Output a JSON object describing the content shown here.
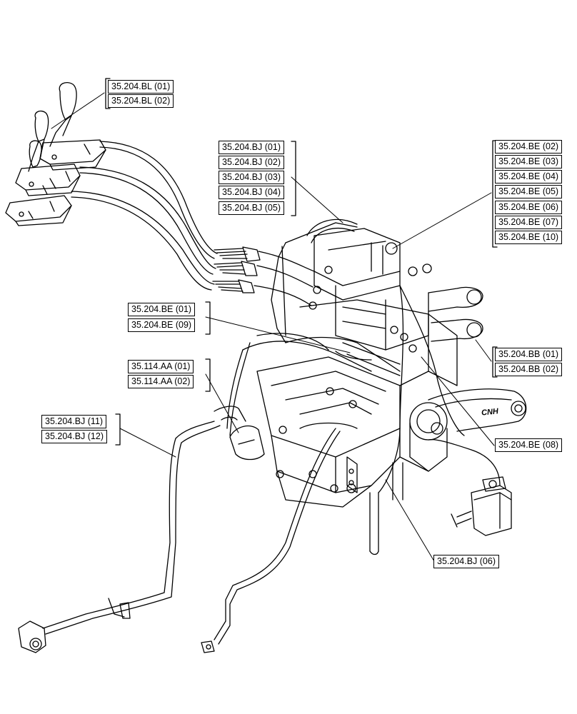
{
  "callouts": {
    "bl": [
      "35.204.BL (01)",
      "35.204.BL (02)"
    ],
    "bj_top": [
      "35.204.BJ (01)",
      "35.204.BJ (02)",
      "35.204.BJ (03)",
      "35.204.BJ (04)",
      "35.204.BJ (05)"
    ],
    "be_top": [
      "35.204.BE (02)",
      "35.204.BE (03)",
      "35.204.BE (04)",
      "35.204.BE (05)",
      "35.204.BE (06)",
      "35.204.BE (07)",
      "35.204.BE (10)"
    ],
    "be_mid": [
      "35.204.BE (01)",
      "35.204.BE (09)"
    ],
    "aa": [
      "35.114.AA (01)",
      "35.114.AA (02)"
    ],
    "bj_left": [
      "35.204.BJ (11)",
      "35.204.BJ (12)"
    ],
    "bb": [
      "35.204.BB (01)",
      "35.204.BB (02)"
    ],
    "be_08": [
      "35.204.BE (08)"
    ],
    "bj_06": [
      "35.204.BJ (06)"
    ]
  },
  "brand_mark": "CNH"
}
